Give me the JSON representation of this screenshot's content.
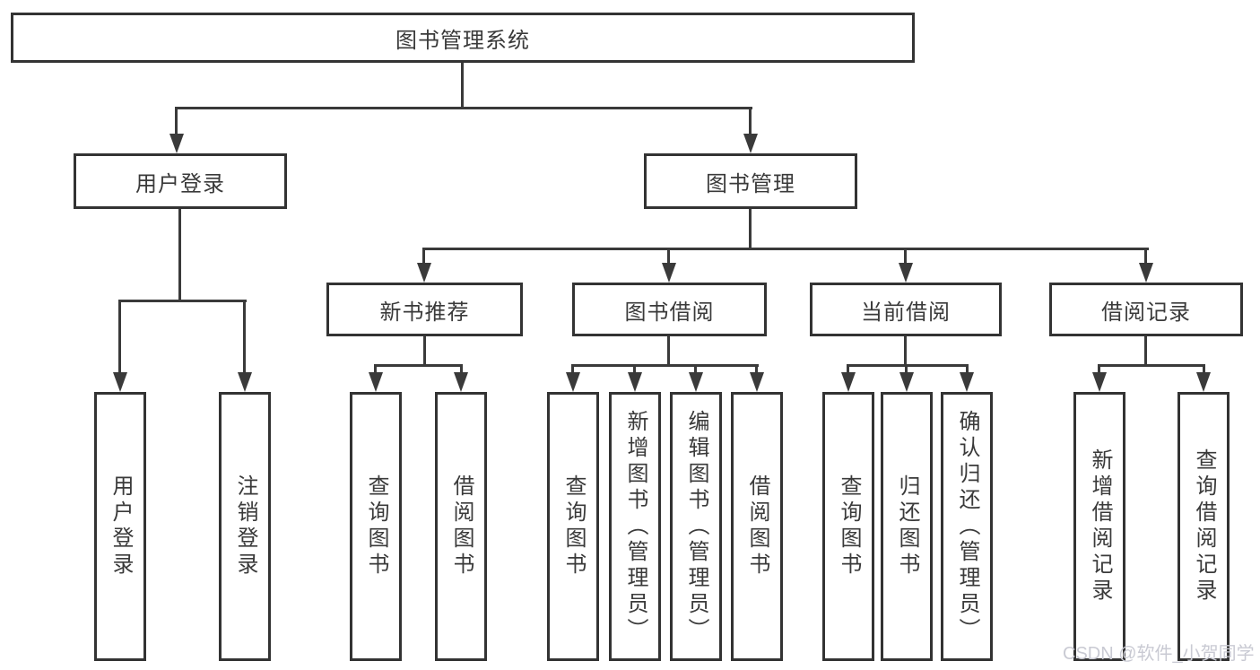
{
  "diagram": {
    "title": "图书管理系统",
    "type": "hierarchy-tree",
    "colors": {
      "line": "#3a3a3a",
      "border": "#333333",
      "text": "#3a3a3a",
      "background": "#ffffff",
      "watermark": "#c9cad3"
    },
    "tree": {
      "label": "图书管理系统",
      "children": [
        {
          "label": "用户登录",
          "children": [
            {
              "label": "用户登录"
            },
            {
              "label": "注销登录"
            }
          ]
        },
        {
          "label": "图书管理",
          "children": [
            {
              "label": "新书推荐",
              "children": [
                {
                  "label": "查询图书"
                },
                {
                  "label": "借阅图书"
                }
              ]
            },
            {
              "label": "图书借阅",
              "children": [
                {
                  "label": "查询图书"
                },
                {
                  "label": "新增图书（管理员）"
                },
                {
                  "label": "编辑图书（管理员）"
                },
                {
                  "label": "借阅图书"
                }
              ]
            },
            {
              "label": "当前借阅",
              "children": [
                {
                  "label": "查询图书"
                },
                {
                  "label": "归还图书"
                },
                {
                  "label": "确认归还（管理员）"
                }
              ]
            },
            {
              "label": "借阅记录",
              "children": [
                {
                  "label": "新增借阅记录"
                },
                {
                  "label": "查询借阅记录"
                }
              ]
            }
          ]
        }
      ]
    },
    "watermark": {
      "text": "CSDN @软件_小贺同学"
    }
  }
}
